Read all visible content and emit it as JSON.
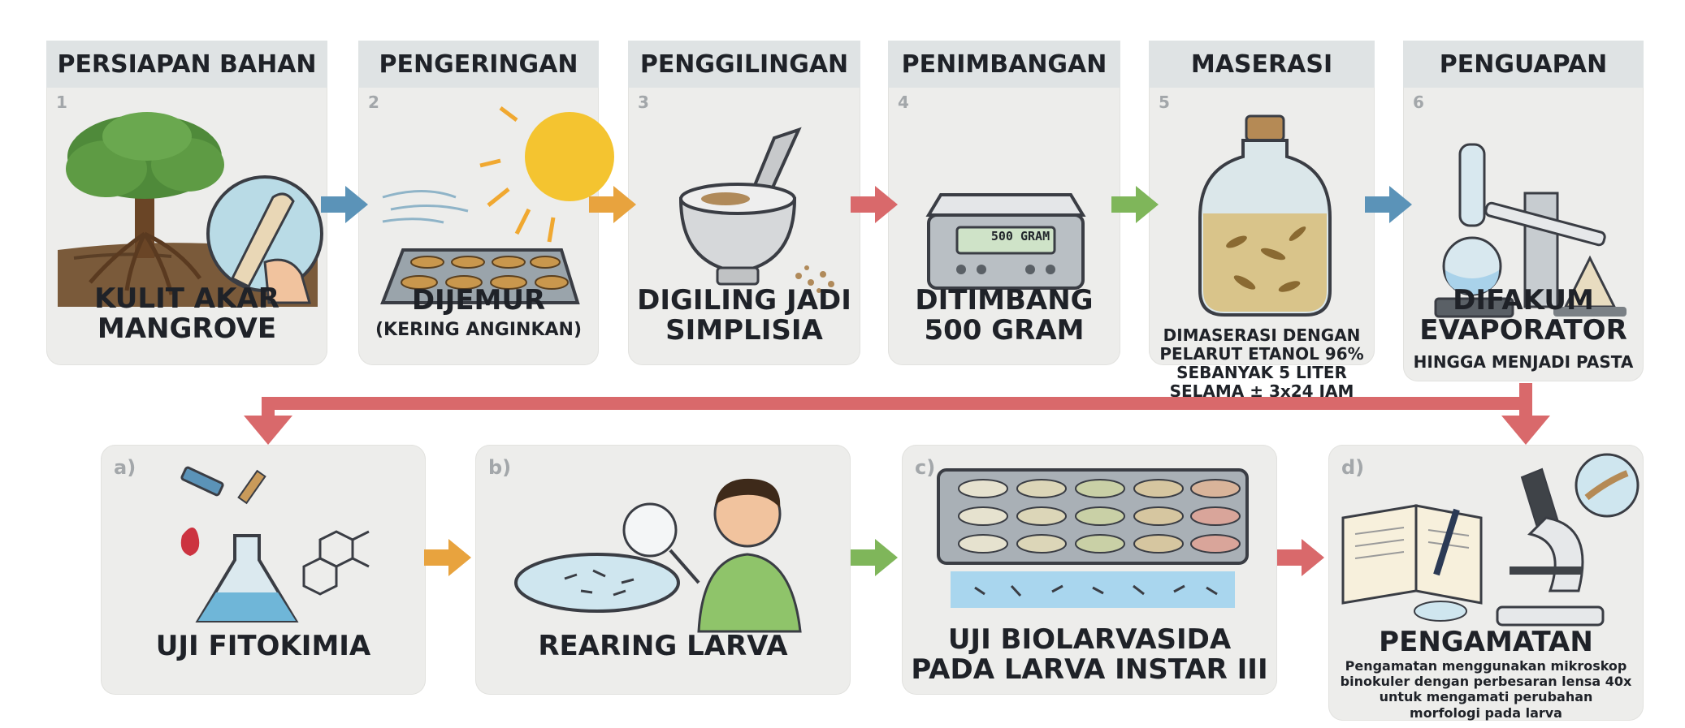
{
  "steps": [
    {
      "num": "1",
      "title": "PERSIAPAN BAHAN",
      "caption": "KULIT AKAR\nMANGROVE",
      "sub": ""
    },
    {
      "num": "2",
      "title": "PENGERINGAN",
      "caption": "DIJEMUR",
      "sub": "(KERING ANGINKAN)"
    },
    {
      "num": "3",
      "title": "PENGGILINGAN",
      "caption": "DIGILING JADI\nSIMPLISIA",
      "sub": ""
    },
    {
      "num": "4",
      "title": "PENIMBANGAN",
      "caption": "DITIMBANG\n500 GRAM",
      "sub": ""
    },
    {
      "num": "5",
      "title": "MASERASI",
      "caption": "DIMASERASI DENGAN\nPELARUT ETANOL 96%\nSEBANYAK 5 LITER\nSELAMA ± 3x24 JAM",
      "sub": ""
    },
    {
      "num": "6",
      "title": "PENGUAPAN",
      "caption": "DIFAKUM\nEVAPORATOR",
      "sub": "HINGGA MENJADI PASTA"
    }
  ],
  "tests": [
    {
      "num": "a)",
      "caption": "UJI FITOKIMIA",
      "desc": ""
    },
    {
      "num": "b)",
      "caption": "REARING LARVA",
      "desc": ""
    },
    {
      "num": "c)",
      "caption": "UJI BIOLARVASIDA\nPADA LARVA INSTAR III",
      "desc": ""
    },
    {
      "num": "d)",
      "caption": "PENGAMATAN",
      "desc": "Pengamatan menggunakan mikroskop\nbinokuler dengan perbesaran lensa 40x\nuntuk mengamati perubahan\nmorfologi pada larva"
    }
  ],
  "scale_display": "500 GRAM",
  "colors": {
    "blue": "#5b93b8",
    "orange": "#e8a33e",
    "red": "#d9696b",
    "green": "#7fb65a",
    "connector": "#d9696b"
  }
}
